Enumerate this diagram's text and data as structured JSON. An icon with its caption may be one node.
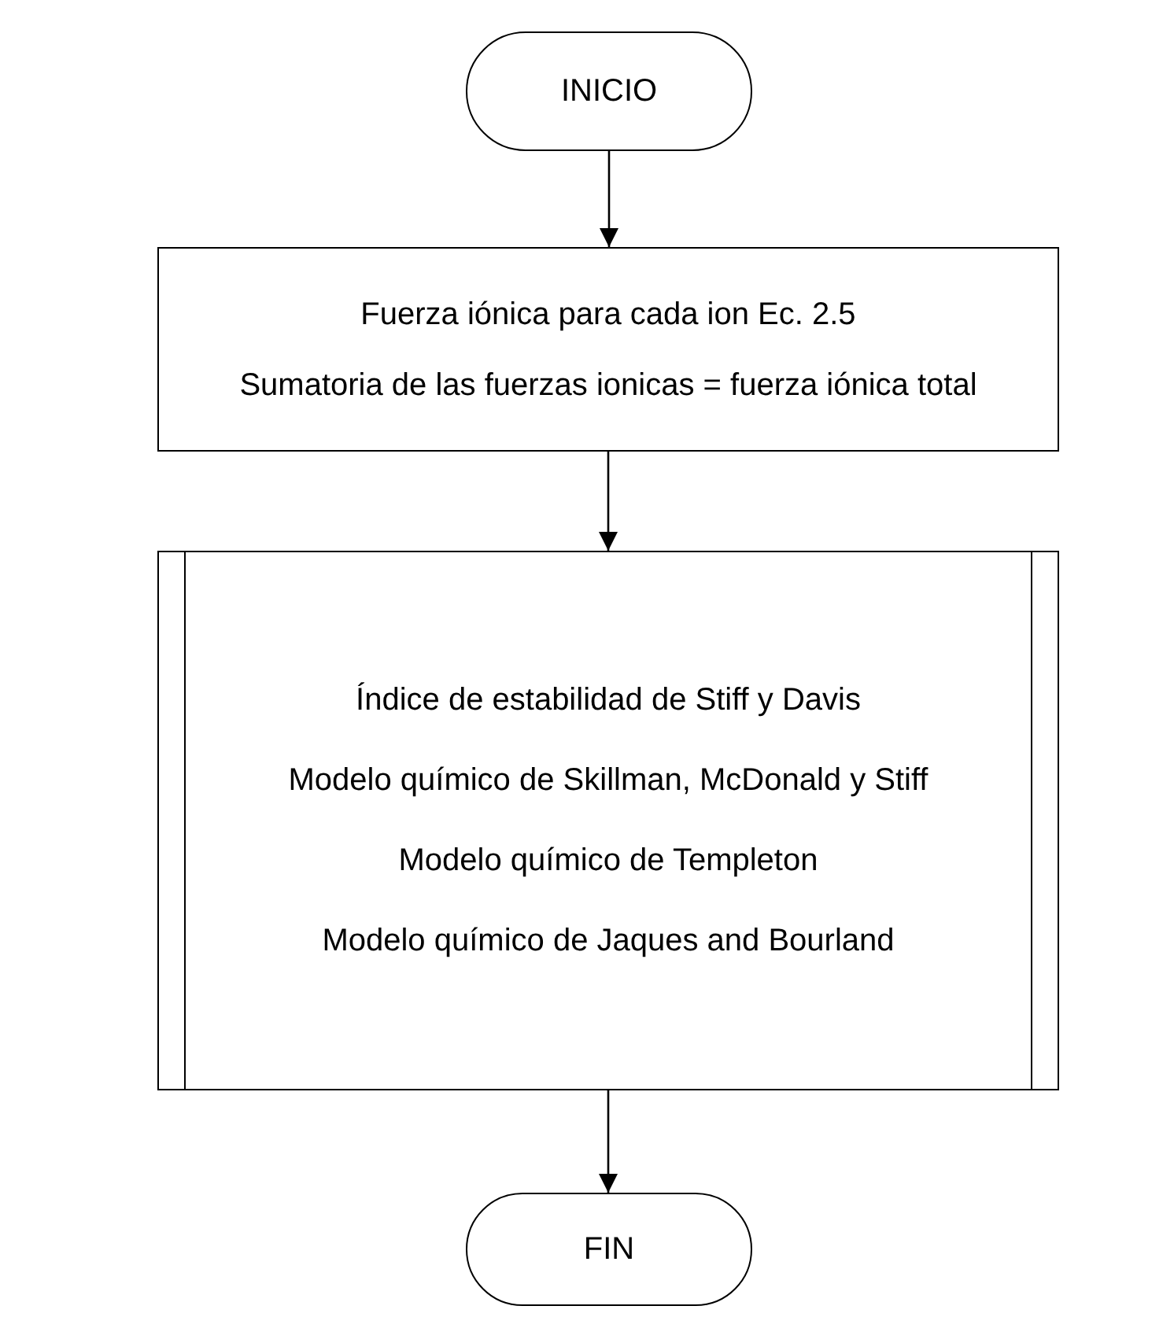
{
  "diagram": {
    "nodes": [
      {
        "text": [
          "INICIO"
        ]
      },
      {
        "text": [
          "Fuerza iónica para cada ion Ec. 2.5",
          "Sumatoria de las fuerzas ionicas = fuerza iónica total"
        ]
      },
      {
        "text": [
          "Índice de estabilidad de Stiff y Davis",
          "Modelo químico de Skillman, McDonald y Stiff",
          "Modelo químico de Templeton",
          "Modelo químico de Jaques and Bourland"
        ]
      },
      {
        "text": [
          "FIN"
        ]
      }
    ],
    "edges": [
      {
        "from": 0,
        "to": 1,
        "arrow": "to"
      },
      {
        "from": 1,
        "to": 2,
        "arrow": "to"
      },
      {
        "from": 2,
        "to": 3,
        "arrow": "to"
      }
    ]
  }
}
